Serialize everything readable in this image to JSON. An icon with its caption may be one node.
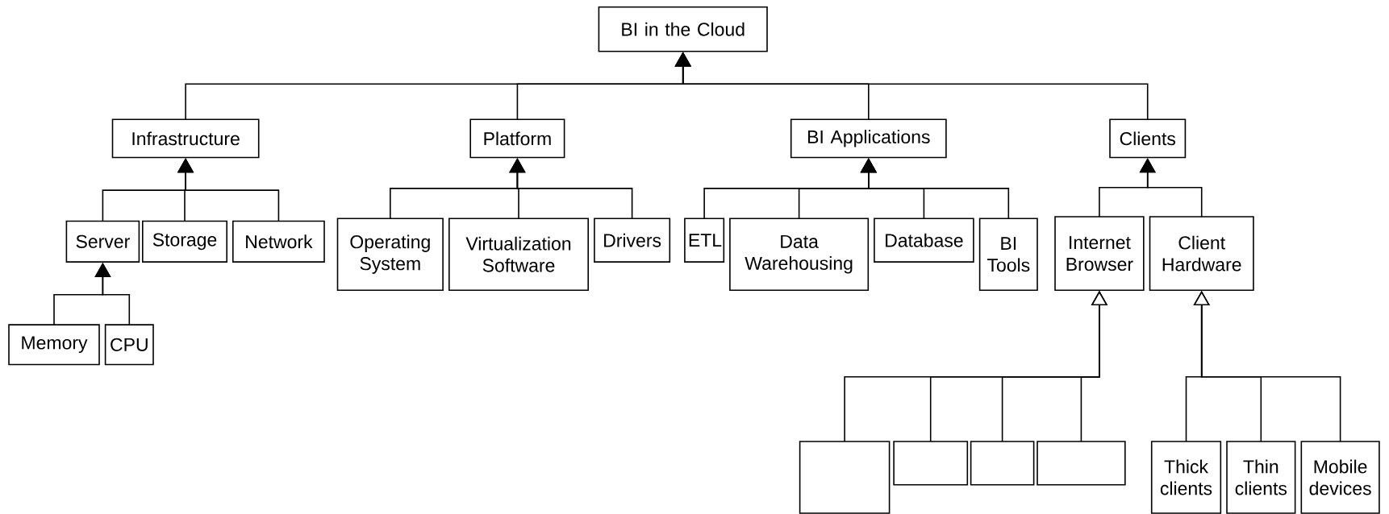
{
  "diagram": {
    "nodes": [
      {
        "text": [
          "BI in the Cloud"
        ]
      },
      {
        "text": [
          "Infrastructure"
        ]
      },
      {
        "text": [
          "Platform"
        ]
      },
      {
        "text": [
          "BI Applications"
        ]
      },
      {
        "text": [
          "Clients"
        ]
      },
      {
        "text": [
          "Server"
        ]
      },
      {
        "text": [
          "Storage"
        ]
      },
      {
        "text": [
          "Network"
        ]
      },
      {
        "text": [
          "Memory"
        ]
      },
      {
        "text": [
          "CPU"
        ]
      },
      {
        "text": [
          "Operating System"
        ]
      },
      {
        "text": [
          "Virtualization Software"
        ]
      },
      {
        "text": [
          "Drivers"
        ]
      },
      {
        "text": [
          "ETL"
        ]
      },
      {
        "text": [
          "Data Warehousing"
        ]
      },
      {
        "text": [
          "Database"
        ]
      },
      {
        "text": [
          "BI Tools"
        ]
      },
      {
        "text": [
          "Internet Browser"
        ]
      },
      {
        "text": [
          "Client Hardware"
        ]
      },
      {
        "text": [],
        "shape": "box"
      },
      {
        "text": [],
        "shape": "box"
      },
      {
        "text": [],
        "shape": "box"
      },
      {
        "text": [],
        "shape": "box"
      },
      {
        "text": [
          "Thick clients"
        ]
      },
      {
        "text": [
          "Thin clients"
        ]
      },
      {
        "text": [
          "Mobile devices"
        ]
      }
    ],
    "edges": [
      {
        "from": 1,
        "to": 0,
        "arrow": "to"
      },
      {
        "from": 2,
        "to": 0,
        "arrow": "to"
      },
      {
        "from": 3,
        "to": 0,
        "arrow": "to"
      },
      {
        "from": 4,
        "to": 0,
        "arrow": "to"
      },
      {
        "from": 5,
        "to": 1,
        "arrow": "to"
      },
      {
        "from": 6,
        "to": 1,
        "arrow": "to"
      },
      {
        "from": 7,
        "to": 1,
        "arrow": "to"
      },
      {
        "from": 8,
        "to": 5,
        "arrow": "to"
      },
      {
        "from": 9,
        "to": 5,
        "arrow": "to"
      },
      {
        "from": 10,
        "to": 2,
        "arrow": "to"
      },
      {
        "from": 11,
        "to": 2,
        "arrow": "to"
      },
      {
        "from": 12,
        "to": 2,
        "arrow": "to"
      },
      {
        "from": 13,
        "to": 3,
        "arrow": "to"
      },
      {
        "from": 14,
        "to": 3,
        "arrow": "to"
      },
      {
        "from": 15,
        "to": 3,
        "arrow": "to"
      },
      {
        "from": 16,
        "to": 3,
        "arrow": "to"
      },
      {
        "from": 17,
        "to": 4,
        "arrow": "to"
      },
      {
        "from": 18,
        "to": 4,
        "arrow": "to"
      },
      {
        "from": 19,
        "to": 17,
        "arrow": "to"
      },
      {
        "from": 20,
        "to": 17,
        "arrow": "to"
      },
      {
        "from": 21,
        "to": 17,
        "arrow": "to"
      },
      {
        "from": 22,
        "to": 17,
        "arrow": "to"
      },
      {
        "from": 23,
        "to": 18,
        "arrow": "to"
      },
      {
        "from": 24,
        "to": 18,
        "arrow": "to"
      },
      {
        "from": 25,
        "to": 18,
        "arrow": "to"
      }
    ]
  }
}
